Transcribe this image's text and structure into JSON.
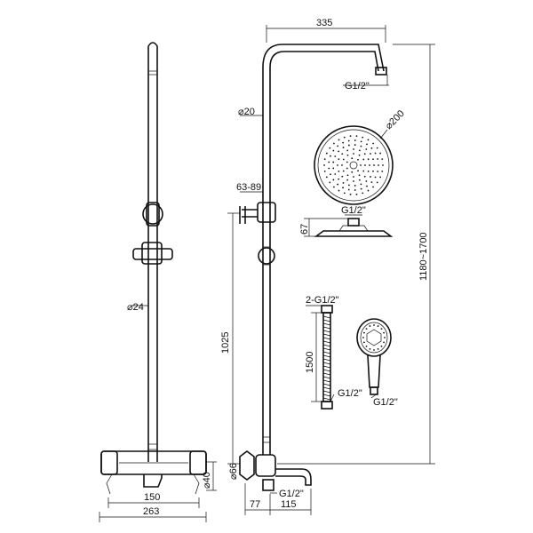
{
  "dimensions": {
    "arm_length": "335",
    "arm_outlet_thread": "G1/2\"",
    "riser_diameter": "⌀20",
    "head_diameter": "⌀200",
    "bracket_range": "63-89",
    "head_inlet_thread": "G1/2\"",
    "head_height": "67",
    "total_height": "1180~1700",
    "front_riser_diameter": "⌀24",
    "riser_height": "1025",
    "hose_connection": "2-G1/2\"",
    "hose_length": "1500",
    "hose_thread": "G1/2\"",
    "handshower_thread": "G1/2\"",
    "spout_diameter": "⌀66",
    "valve_height": "⌀40",
    "inlet_centres": "150",
    "front_width": "263",
    "wall_offset": "77",
    "spout_projection": "115",
    "spout_thread": "G1/2\""
  }
}
